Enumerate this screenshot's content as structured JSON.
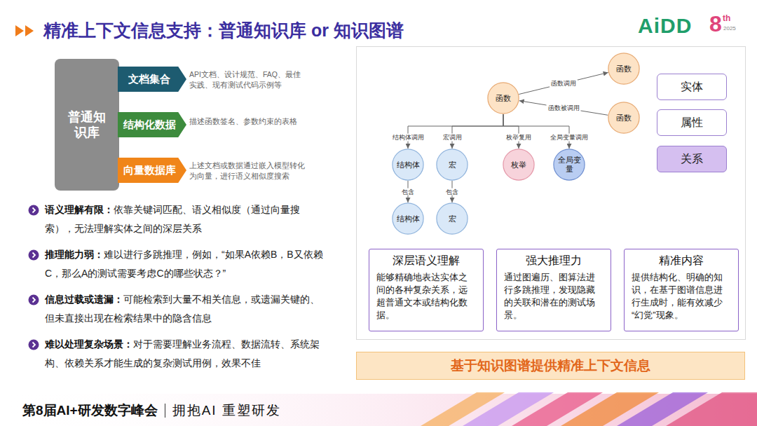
{
  "diagram": {
    "title": "精准上下文信息支持：普通知识库 or 知识图谱",
    "nodes": [
      {
        "text": [
          "普通知识库"
        ]
      },
      {
        "text": [
          "文档集合"
        ]
      },
      {
        "text": [
          "结构化数据"
        ]
      },
      {
        "text": [
          "向量数据库"
        ]
      },
      {
        "text": [
          "函数"
        ]
      },
      {
        "text": [
          "函数"
        ]
      },
      {
        "text": [
          "函数"
        ]
      },
      {
        "text": [
          "结构体"
        ]
      },
      {
        "text": [
          "宏"
        ]
      },
      {
        "text": [
          "枚举"
        ]
      },
      {
        "text": [
          "全局变量"
        ]
      },
      {
        "text": [
          "结构体"
        ]
      },
      {
        "text": [
          "宏"
        ]
      },
      {
        "text": [
          "实体"
        ]
      },
      {
        "text": [
          "属性"
        ]
      },
      {
        "text": [
          "关系"
        ]
      },
      {
        "text": [
          "深层语义理解",
          "能够精确地表达实体之间的各种复杂关系，远超普通文本或结构化数据。"
        ]
      },
      {
        "text": [
          "强大推理力",
          "通过图遍历、图算法进行多跳推理，发现隐藏的关联和潜在的测试场景。"
        ]
      },
      {
        "text": [
          "精准内容",
          "提供结构化、明确的知识，在基于图谱信息进行生成时，能有效减少“幻觉”现象。"
        ]
      },
      {
        "text": [
          "基于知识图谱提供精准上下文信息"
        ]
      }
    ],
    "edges": [
      {
        "from": 5,
        "to": 4,
        "label": "函数调用",
        "arrow": "to"
      },
      {
        "from": 6,
        "to": 5,
        "label": "函数被调用",
        "arrow": "to"
      },
      {
        "from": 5,
        "to": 7,
        "label": "结构体调用",
        "arrow": "to"
      },
      {
        "from": 5,
        "to": 8,
        "label": "宏调用",
        "arrow": "to"
      },
      {
        "from": 5,
        "to": 9,
        "label": "枚举复用",
        "arrow": "to"
      },
      {
        "from": 5,
        "to": 10,
        "label": "全局变量调用",
        "arrow": "to"
      },
      {
        "from": 7,
        "to": 11,
        "label": "包含",
        "arrow": "to"
      },
      {
        "from": 8,
        "to": 12,
        "label": "包含",
        "arrow": "to"
      }
    ],
    "labels": [
      "API文档、设计规范、FAQ、最佳实践、现有测试代码示例等",
      "描述函数签名、参数约束的表格",
      "上述文档或数据通过嵌入模型转化为向量，进行语义相似度搜索",
      "语义理解有限：",
      "依靠关键词匹配、语义相似度（通过向量搜索），无法理解实体之间的深层关系",
      "推理能力弱：",
      "难以进行多跳推理，例如，“如果A依赖B，B又依赖C，那么A的测试需要考虑C的哪些状态？”",
      "信息过载或遗漏：",
      "可能检索到大量不相关信息，或遗漏关键的、但未直接出现在检索结果中的隐含信息",
      "难以处理复杂场景：",
      "对于需要理解业务流程、数据流转、系统架构、依赖关系才能生成的复杂测试用例，效果不佳",
      "AiDD",
      "8",
      "th",
      "2025",
      "第8届AI+研发数字峰会",
      "拥抱AI 重塑研发"
    ]
  }
}
